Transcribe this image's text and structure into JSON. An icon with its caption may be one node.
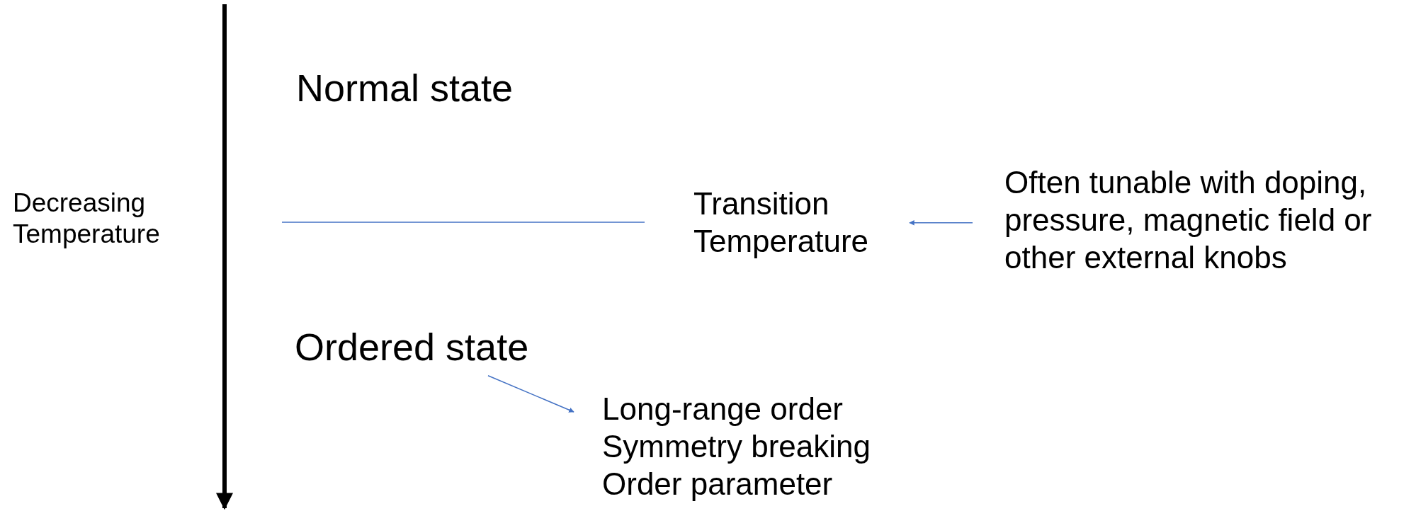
{
  "diagram": {
    "nodes": [
      {
        "text": [
          "Normal state"
        ]
      },
      {
        "text": [
          "Transition Temperature"
        ]
      },
      {
        "text": [
          "Often tunable with doping, pressure, magnetic field or other external knobs"
        ]
      },
      {
        "text": [
          "Ordered state"
        ]
      },
      {
        "text": [
          "Long-range order",
          "Symmetry breaking",
          "Order parameter"
        ]
      }
    ],
    "edges": [
      {
        "from": 2,
        "to": 1,
        "arrow": "to"
      },
      {
        "from": 3,
        "to": 4,
        "arrow": "to"
      }
    ],
    "labels": [
      "Decreasing Temperature"
    ]
  }
}
